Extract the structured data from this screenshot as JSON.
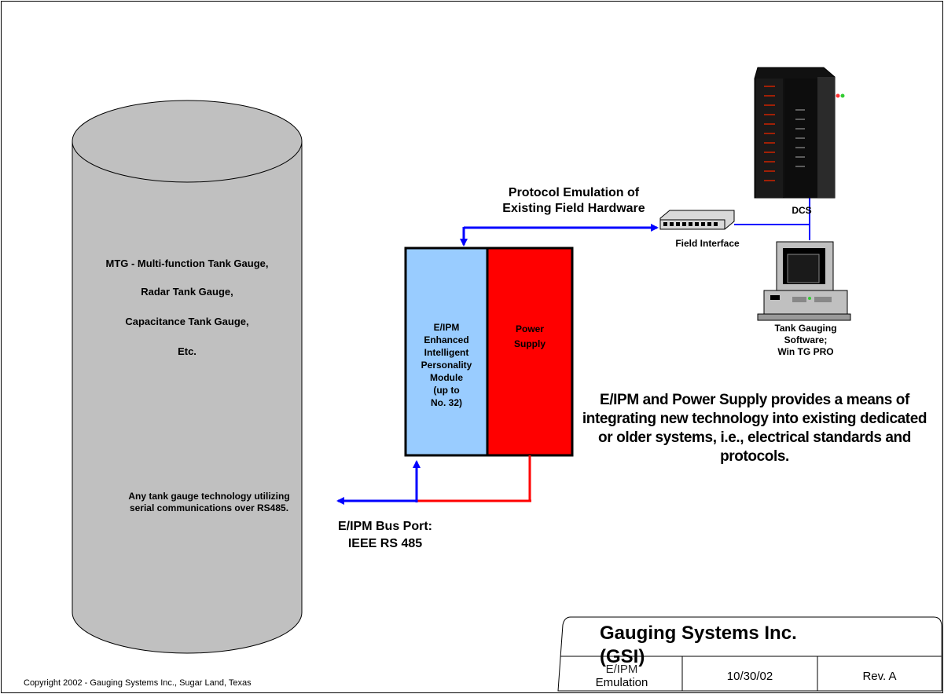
{
  "tank": {
    "lines": [
      "MTG - Multi-function Tank Gauge,",
      "Radar Tank Gauge,",
      "Capacitance Tank Gauge,",
      "Etc."
    ]
  },
  "module": {
    "eipm_lines": [
      "E/IPM",
      "Enhanced",
      "Intelligent",
      "Personality",
      "Module",
      "(up to",
      "No. 32)"
    ],
    "power_lines": [
      "Power",
      "Supply"
    ],
    "eipm_color": "#99ccff",
    "power_color": "#ff0000"
  },
  "protocol_caption": [
    "Protocol Emulation of",
    "Existing Field Hardware"
  ],
  "field_interface_label": "Field Interface",
  "dcs_label": "DCS",
  "software_label": [
    "Tank Gauging",
    "Software;",
    "Win TG PRO"
  ],
  "description": "E/IPM and Power Supply provides a means of integrating new technology into existing dedicated or older systems, i.e., electrical standards and protocols.",
  "serial_note": [
    "Any tank gauge technology utilizing",
    "serial communications over RS485."
  ],
  "bus_port": [
    "E/IPM Bus Port:",
    "IEEE RS 485"
  ],
  "copyright": "Copyright 2002 - Gauging Systems Inc., Sugar Land, Texas",
  "title_block": {
    "company": "Gauging Systems Inc.",
    "company_abbr": "(GSI)",
    "doc_name_1": "E/IPM",
    "doc_name_2": "Emulation",
    "date": "10/30/02",
    "revision": "Rev. A"
  },
  "colors": {
    "bus_line": "#0000ff",
    "power_line": "#ff0000",
    "tank_fill": "#c0c0c0"
  }
}
